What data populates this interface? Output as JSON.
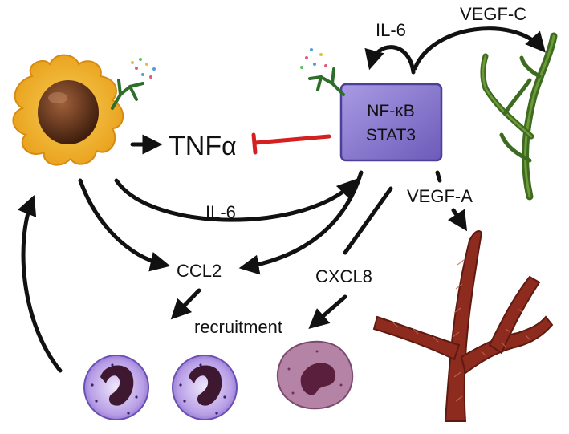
{
  "labels": {
    "tnf": "TNF",
    "tnf_alpha": "α",
    "nfkb_line1": "NF-κB",
    "nfkb_line2": "STAT3",
    "il6_top": "IL-6",
    "vegfc": "VEGF-C",
    "il6_mid": "IL-6",
    "vegfa": "VEGF-A",
    "ccl2": "CCL2",
    "cxcl8": "CXCL8",
    "recruitment": "recruitment"
  },
  "colors": {
    "arrow": "#111111",
    "inhibition": "#d42020",
    "macrophage_body": "#f2b52a",
    "macrophage_nucleus": "#5a2f18",
    "tumor_cell": "#8a7bd0",
    "lymph_vessel": "#3d6b1f",
    "blood_vessel": "#8c2b1e",
    "neutrophil": "#9b7fd4",
    "monocyte": "#a0688c"
  }
}
